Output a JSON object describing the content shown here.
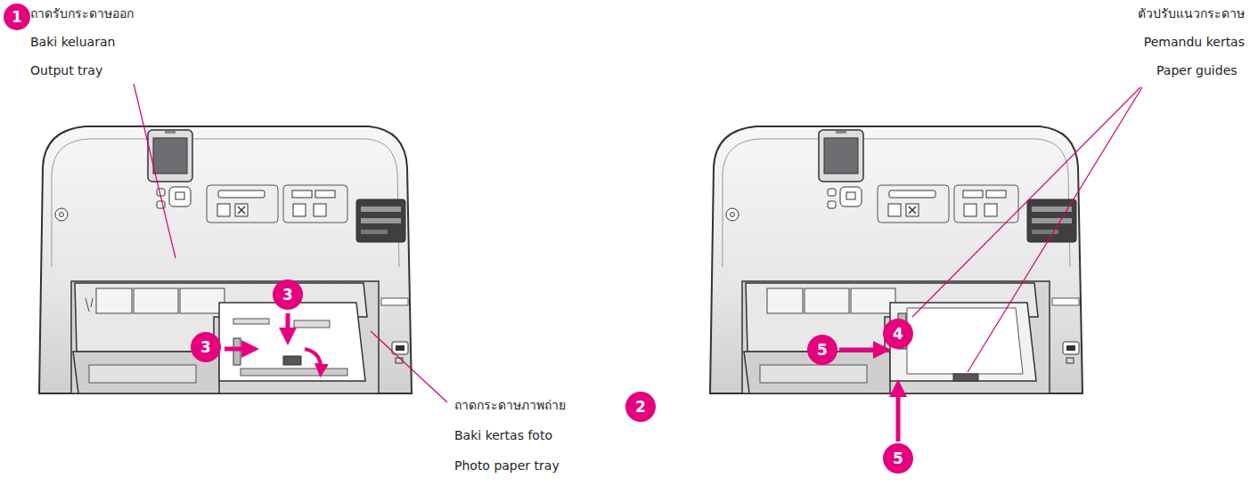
{
  "diagram": {
    "nodes": [
      {
        "text": [
          "1"
        ]
      },
      {
        "text": [
          "3"
        ]
      },
      {
        "text": [
          "3"
        ]
      },
      {
        "text": [
          "2"
        ]
      },
      {
        "text": [
          "4"
        ]
      },
      {
        "text": [
          "5"
        ]
      },
      {
        "text": [
          "5"
        ]
      }
    ],
    "labels": [
      "ถาดรับกระดาษออก",
      "Baki keluaran",
      "Output tray",
      "ถาดกระดาษภาพถ่าย",
      "Baki kertas foto",
      "Photo paper tray",
      "ตัวปรับแนวกระดาษ",
      "Pemandu kertas",
      "Paper guides"
    ]
  }
}
